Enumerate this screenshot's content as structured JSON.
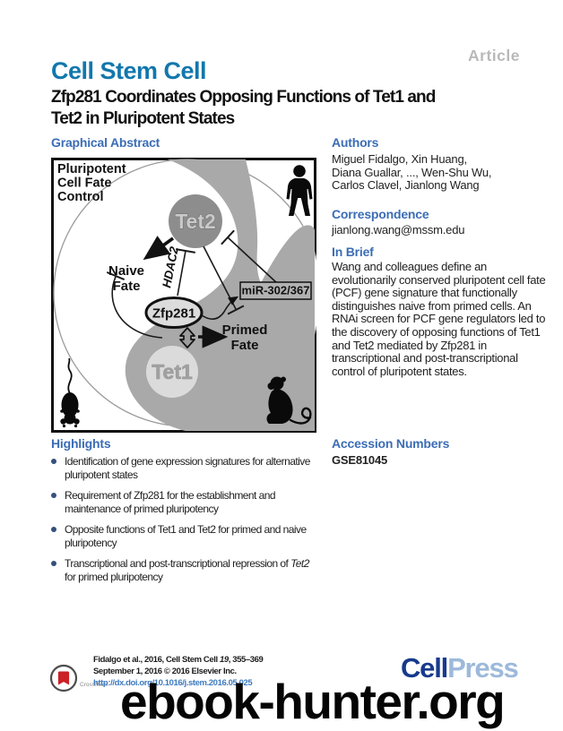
{
  "header": {
    "article_label": "Article",
    "journal": "Cell Stem Cell",
    "title_lines": [
      "Zfp281 Coordinates Opposing Functions of Tet1 and",
      "Tet2 in Pluripotent States"
    ]
  },
  "graphical_abstract": {
    "heading": "Graphical Abstract",
    "diagram": {
      "corner_lines": [
        "Pluripotent",
        "Cell Fate",
        "Control"
      ],
      "tet2_label": "Tet2",
      "tet1_label": "Tet1",
      "zfp281_label": "Zfp281",
      "hdac2_label": "HDAC2",
      "mir_label": "miR-302/367",
      "naive_lines": [
        "Naive",
        "Fate"
      ],
      "primed_lines": [
        "Primed",
        "Fate"
      ],
      "icons": [
        "human-silhouette",
        "mouse-silhouette",
        "monkey-silhouette"
      ]
    }
  },
  "authors": {
    "heading": "Authors",
    "lines": [
      "Miguel Fidalgo, Xin Huang,",
      "Diana Guallar, ..., Wen-Shu Wu,",
      "Carlos Clavel, Jianlong Wang"
    ]
  },
  "correspondence": {
    "heading": "Correspondence",
    "email": "jianlong.wang@mssm.edu"
  },
  "in_brief": {
    "heading": "In Brief",
    "text": "Wang and colleagues define an evolutionarily conserved pluripotent cell fate (PCF) gene signature that functionally distinguishes naive from primed cells. An RNAi screen for PCF gene regulators led to the discovery of opposing functions of Tet1 and Tet2 mediated by Zfp281 in transcriptional and post-transcriptional control of pluripotent states."
  },
  "highlights": {
    "heading": "Highlights",
    "items": [
      {
        "lines": [
          "Identification of gene expression signatures for alternative",
          "pluripotent states"
        ]
      },
      {
        "lines": [
          "Requirement of Zfp281 for the establishment and",
          "maintenance of primed pluripotency"
        ]
      },
      {
        "lines": [
          "Opposite functions of Tet1 and Tet2 for primed and naive",
          "pluripotency"
        ]
      },
      {
        "line1_pre": "Transcriptional and post-transcriptional repression of ",
        "line1_italic": "Tet2",
        "line2": "for primed pluripotency"
      }
    ]
  },
  "accession": {
    "heading": "Accession Numbers",
    "value": "GSE81045"
  },
  "footer": {
    "crossmark_label": "CrossMark",
    "citation": {
      "pre": "Fidalgo et al., 2016, Cell Stem Cell ",
      "volume_italic": "19",
      "post": ", 355–369"
    },
    "date_line": "September 1, 2016 © 2016 Elsevier Inc.",
    "doi": "http://dx.doi.org/10.1016/j.stem.2016.05.025",
    "publisher": {
      "part1": "Cell",
      "part2": "Press"
    }
  },
  "watermark": "ebook-hunter.org",
  "colors": {
    "heading_blue": "#3b6db5",
    "journal_blue": "#1277ad",
    "doi_blue": "#3e7bbf",
    "cellpress_dark": "#173a8c",
    "cellpress_light": "#9db9da",
    "article_gray": "#b9b9b9",
    "bullet_navy": "#34507c",
    "crossmark_red": "#cb2127",
    "diagram_gray": "#a9a9a9",
    "tet2_gray": "#8d8d8d",
    "tet1_gray": "#dbdbdb"
  }
}
